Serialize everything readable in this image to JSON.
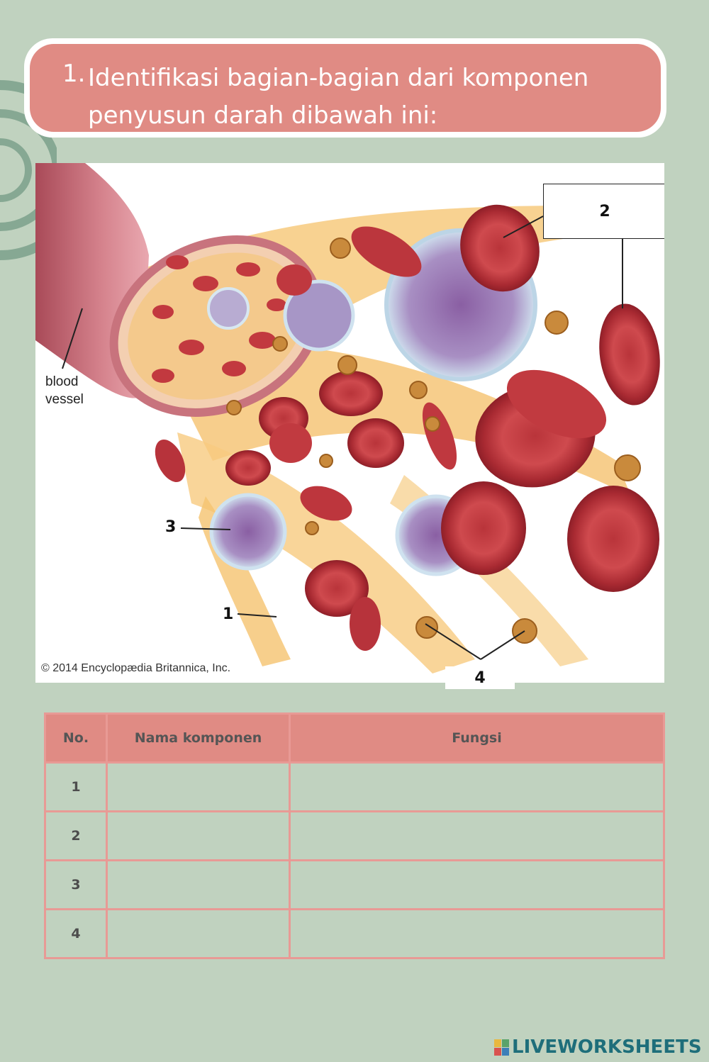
{
  "question": {
    "number": "1.",
    "text_line1": "Identifikasi bagian-bagian dari komponen",
    "text_line2": "penyusun darah dibawah ini:"
  },
  "figure": {
    "blood_vessel_line1": "blood",
    "blood_vessel_line2": "vessel",
    "copyright": "© 2014 Encyclopædia Britannica, Inc.",
    "labels": {
      "one": "1",
      "two": "2",
      "three": "3",
      "four": "4"
    }
  },
  "table": {
    "headers": [
      "No.",
      "Nama komponen",
      "Fungsi"
    ],
    "rows": [
      {
        "no": "1",
        "nama": "",
        "fungsi": ""
      },
      {
        "no": "2",
        "nama": "",
        "fungsi": ""
      },
      {
        "no": "3",
        "nama": "",
        "fungsi": ""
      },
      {
        "no": "4",
        "nama": "",
        "fungsi": ""
      }
    ]
  },
  "brand": "LIVEWORKSHEETS",
  "colors": {
    "background": "#c0d2bf",
    "accent": "#e08b84",
    "brand": "#1e6e7a"
  }
}
